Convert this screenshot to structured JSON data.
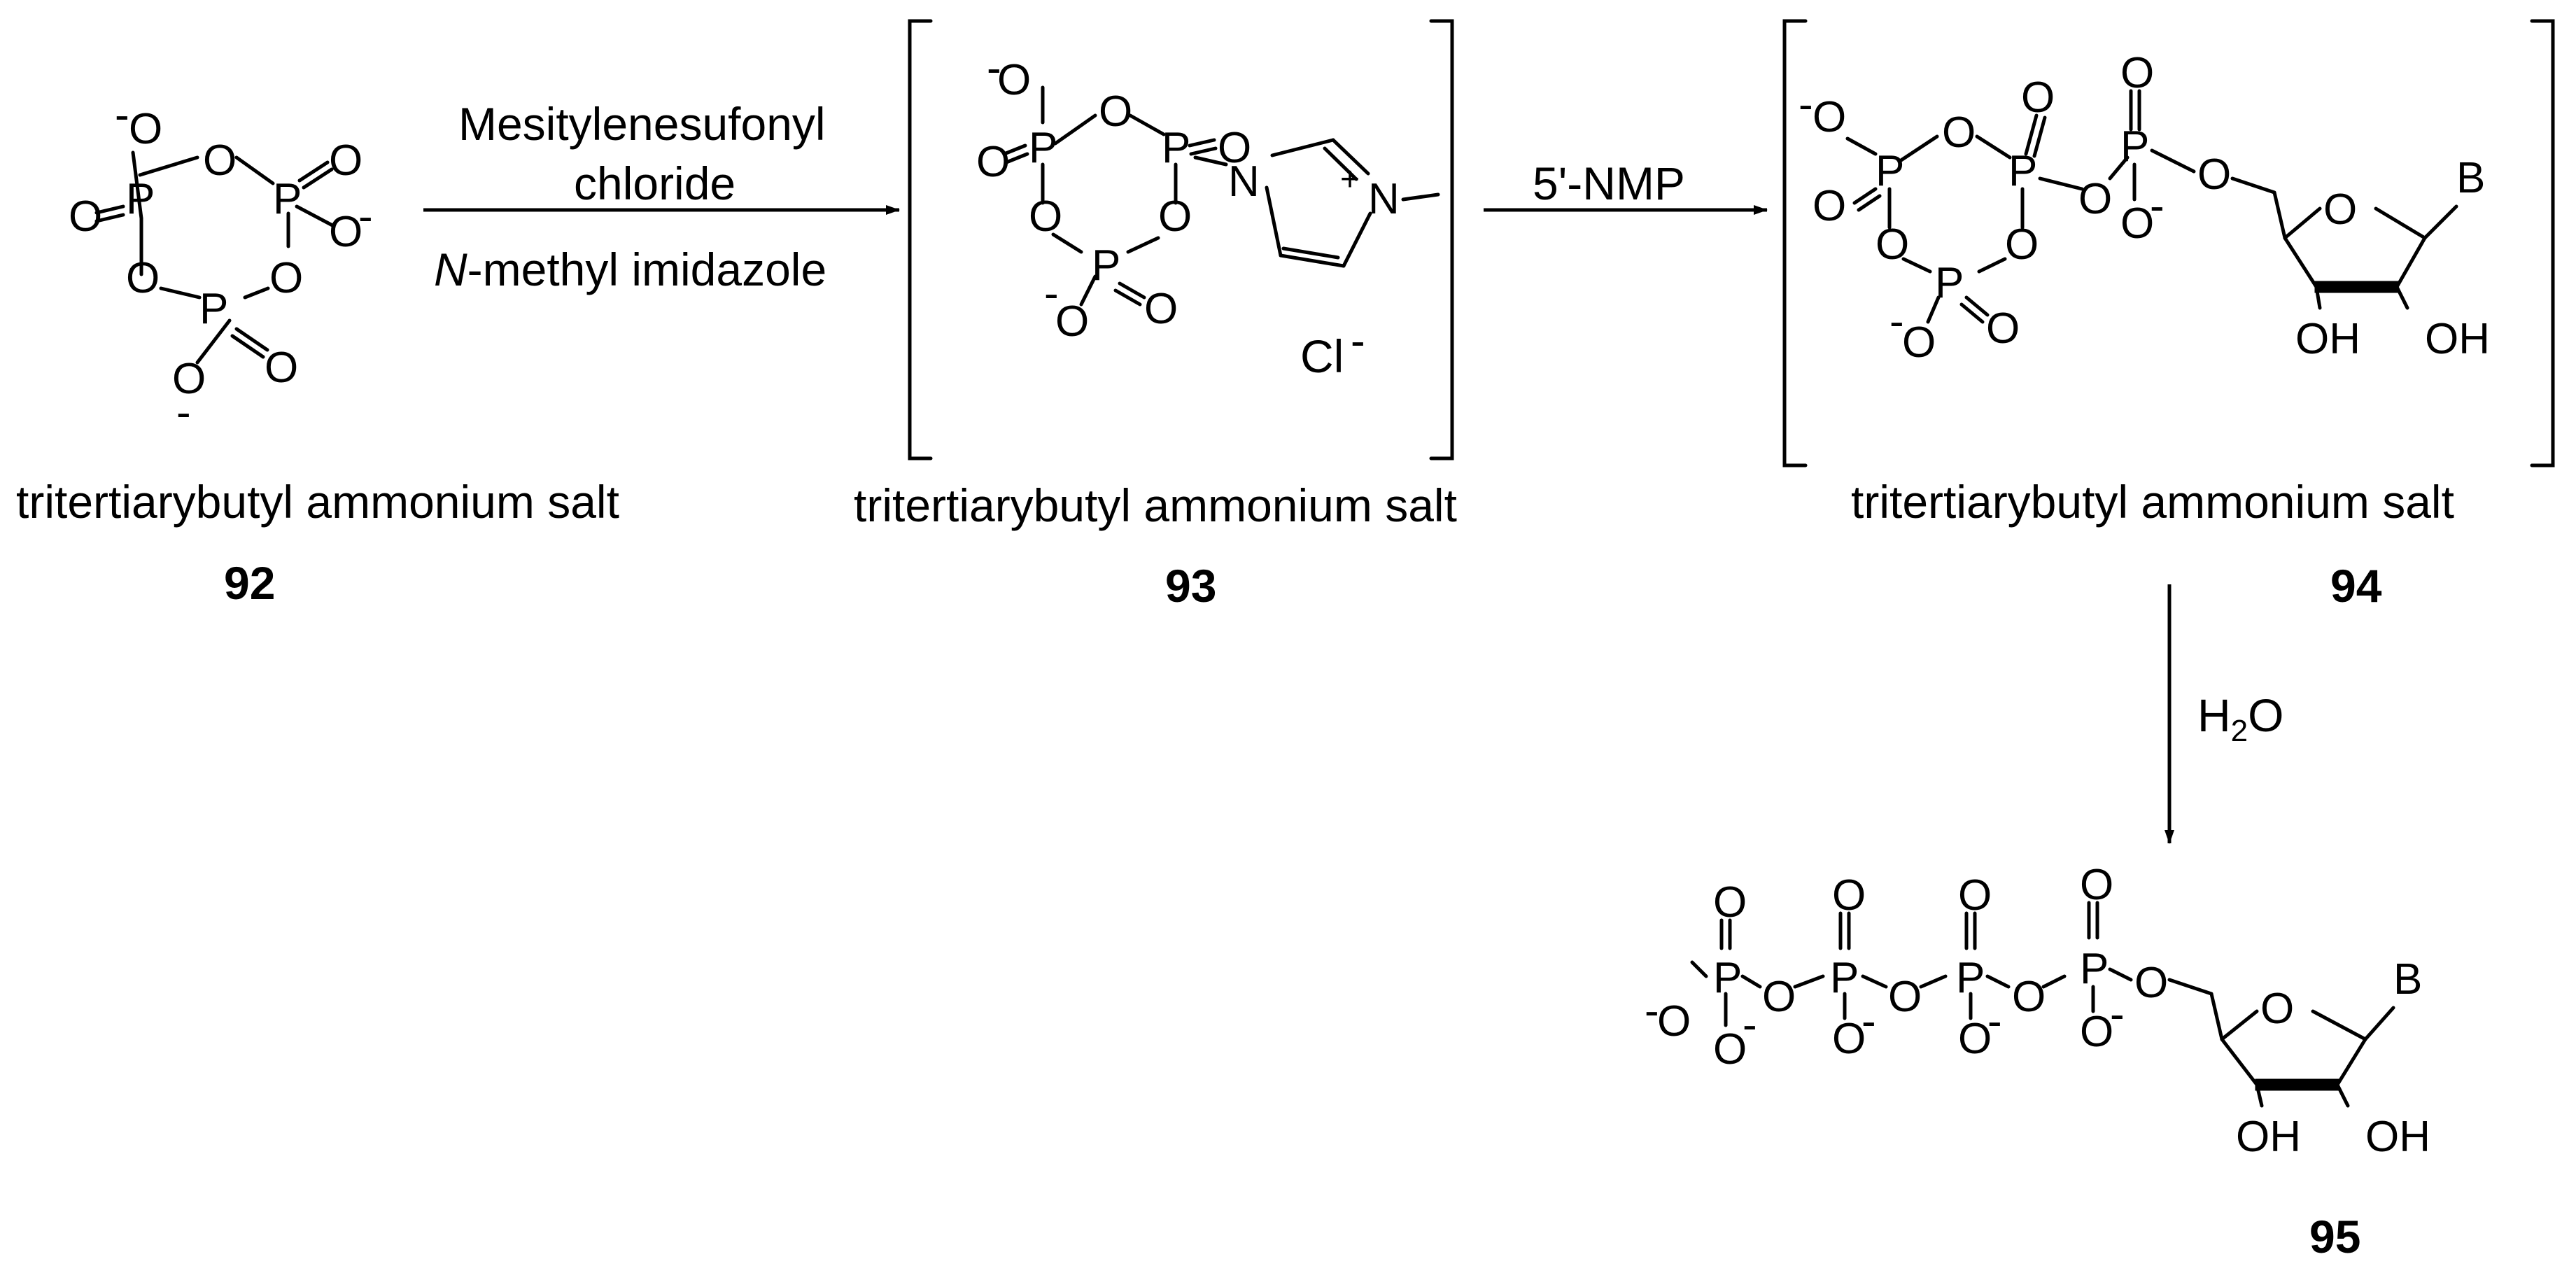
{
  "reagents": {
    "step1_line1": "Mesitylenesufonyl",
    "step1_line2": "chloride",
    "step1_line3_italic": "N",
    "step1_line3_rest": "-methyl imidazole",
    "step2": "5'-NMP",
    "step3_h": "H",
    "step3_sub": "2",
    "step3_o": "O"
  },
  "compounds": [
    {
      "number": "92",
      "caption": "tritertiarybutyl ammonium salt"
    },
    {
      "number": "93",
      "caption": "tritertiarybutyl ammonium salt",
      "counterion": "Cl",
      "counterion_charge": "-"
    },
    {
      "number": "94",
      "caption": "tritertiarybutyl ammonium salt"
    },
    {
      "number": "95",
      "caption": ""
    }
  ],
  "atoms": {
    "P": "P",
    "O": "O",
    "N": "N",
    "B": "B",
    "OH": "OH",
    "minus": "-",
    "plus": "+"
  }
}
